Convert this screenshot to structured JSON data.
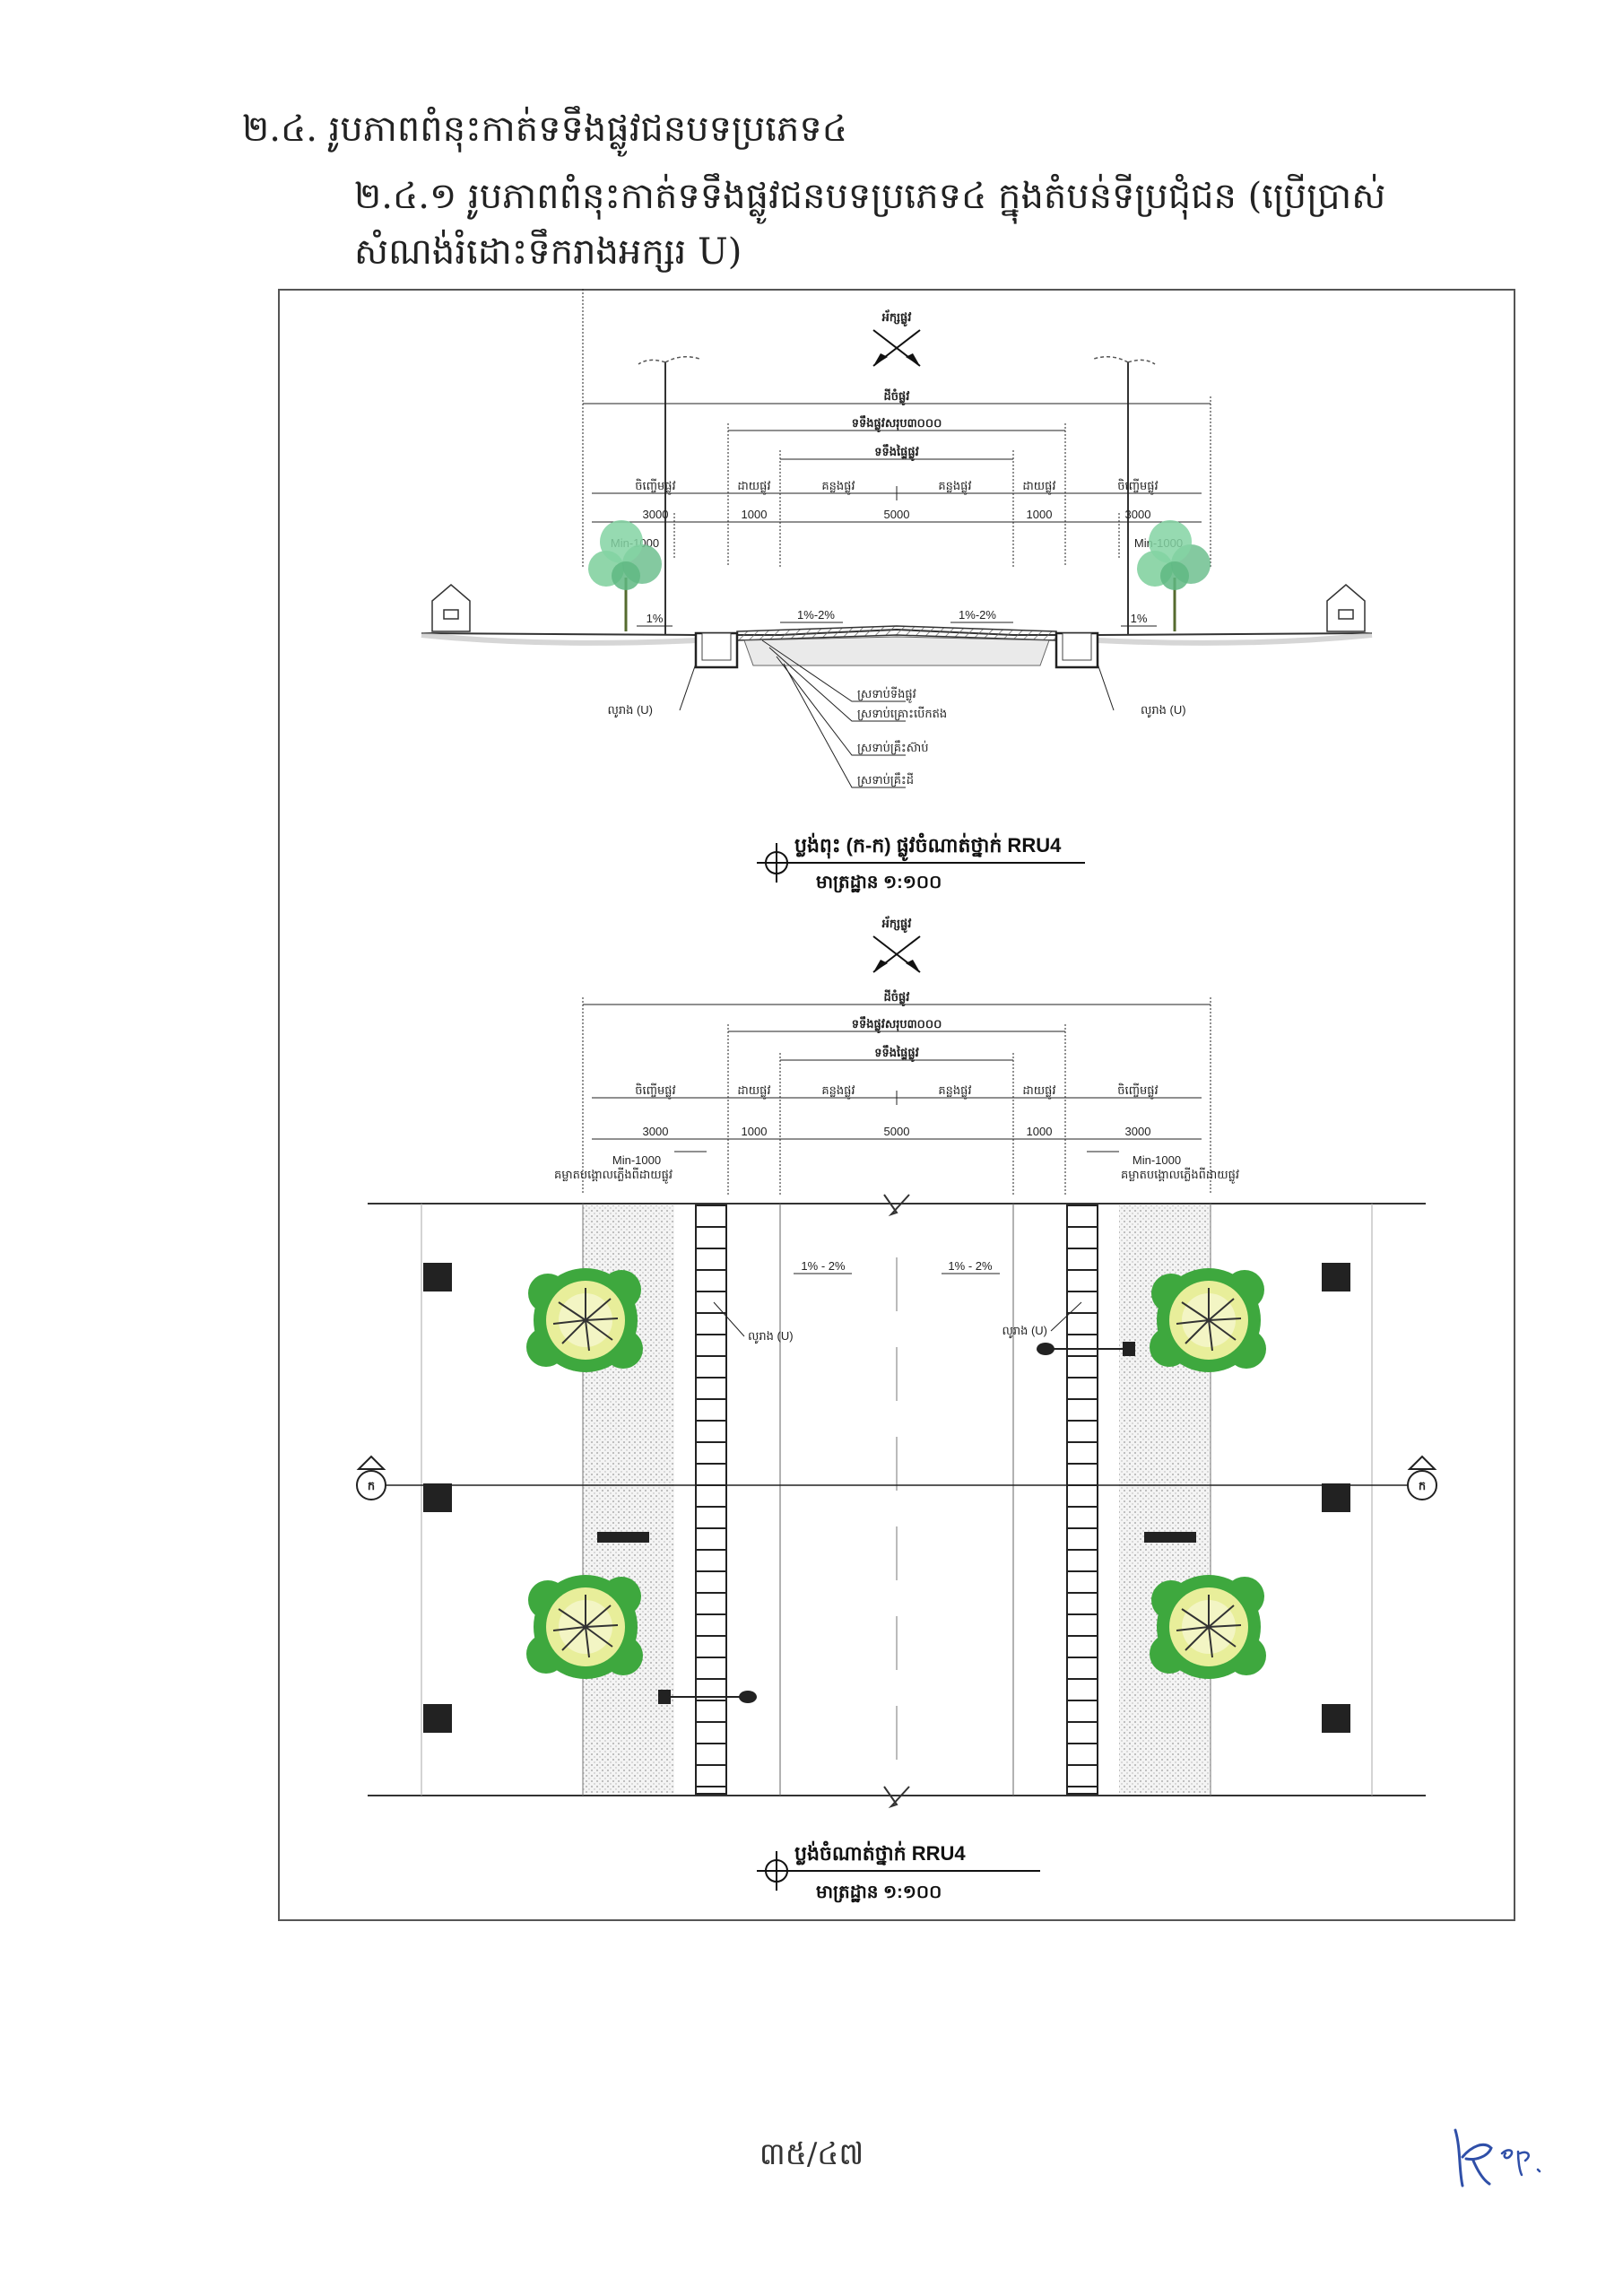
{
  "heading_main": "២.៤. រូបភាពពំនុះកាត់ទទឹងផ្លូវជនបទប្រភេទ៤",
  "heading_sub": "២.៤.១ រូបភាពពំនុះកាត់ទទឹងផ្លូវជនបទប្រភេទ៤ ក្នុងតំបន់ទីប្រជុំជន (ប្រើប្រាស់ សំណង់រំដោះទឹករាងអក្សរ U)",
  "section_view": {
    "road_axis": "អ័ក្សផ្លូវ",
    "right_of_way": "ដីចំផ្លូវ",
    "road_width": "ទទឹងផ្លូវសរុប៣០០០",
    "carriageway": "ទទឹងផ្ទៃផ្លូវ",
    "sidewalk": "ចិញ្ចើមផ្លូវ",
    "shoulder": "ដាយផ្លូវ",
    "lane": "គន្លងផ្លូវ",
    "dim_3000": "3000",
    "dim_1000": "1000",
    "dim_5000": "5000",
    "min_1000": "Min-1000",
    "slope_1": "1%",
    "slope_road": "1%-2%",
    "drain": "លូរាង (U)",
    "layer_surface": "ស្រទាប់ទីងផ្លូវ",
    "layer_base": "ស្រទាប់គ្រោះបើកឥង",
    "layer_subbase": "ស្រទាប់គ្រឹះស៊ាប់",
    "layer_subgrade": "ស្រទាប់គ្រឹះដី",
    "title": "ប្លង់ពុះ (ក-ក) ផ្លូវចំណាត់ថ្នាក់ RRU4",
    "scale": "មាត្រដ្ឋាន ១:១០០"
  },
  "plan_view": {
    "road_axis": "អ័ក្សផ្លូវ",
    "right_of_way": "ដីចំផ្លូវ",
    "road_width": "ទទឹងផ្លូវសរុប៣០០០",
    "carriageway": "ទទឹងផ្ទៃផ្លូវ",
    "sidewalk": "ចិញ្ចើមផ្លូវ",
    "shoulder": "ដាយផ្លូវ",
    "lane": "គន្លងផ្លូវ",
    "dim_3000": "3000",
    "dim_1000": "1000",
    "dim_5000": "5000",
    "min_1000": "Min-1000",
    "pole_note": "គម្លាតបង្គោលភ្លើងពីដាយផ្លូវ",
    "slope_road": "1% - 2%",
    "drain": "លូរាង (U)",
    "section_mark": "ក",
    "title": "ប្លង់ចំណាត់ថ្នាក់ RRU4",
    "scale": "មាត្រដ្ឋាន ១:១០០"
  },
  "page_number": "៣៥/៤៧",
  "signature": "ky ep."
}
